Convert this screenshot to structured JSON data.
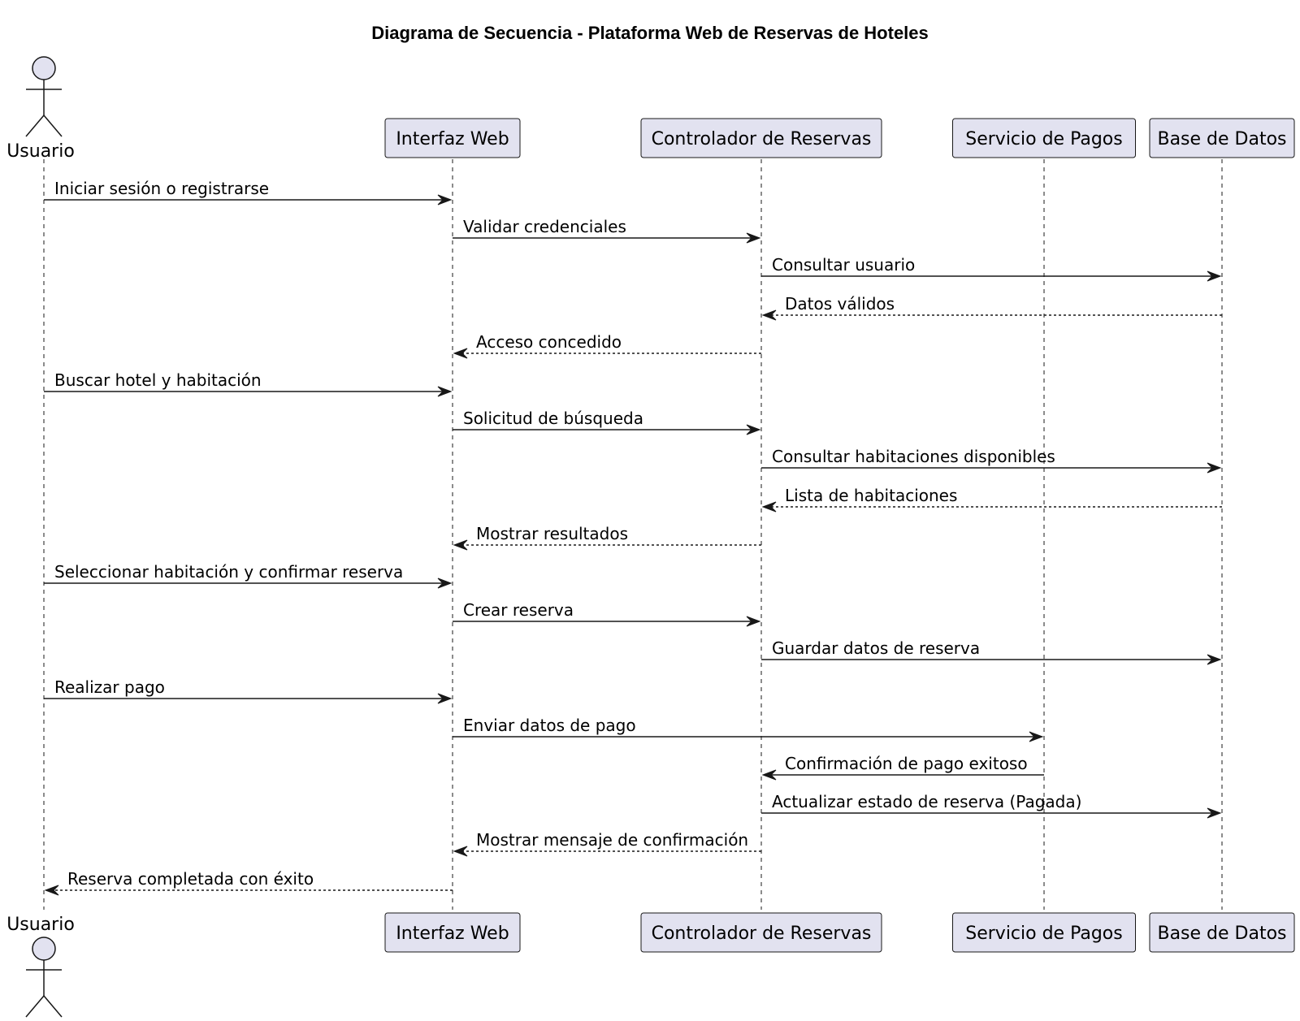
{
  "diagram": {
    "title": "Diagrama de Secuencia - Plataforma Web de Reservas de Hoteles",
    "participants": [
      {
        "id": "usuario",
        "label": "Usuario",
        "kind": "actor"
      },
      {
        "id": "web",
        "label": "Interfaz Web",
        "kind": "box"
      },
      {
        "id": "ctrl",
        "label": "Controlador de Reservas",
        "kind": "box"
      },
      {
        "id": "pagos",
        "label": "Servicio de Pagos",
        "kind": "box"
      },
      {
        "id": "db",
        "label": "Base de Datos",
        "kind": "box"
      }
    ],
    "messages": [
      {
        "from": "usuario",
        "to": "web",
        "label": "Iniciar sesión o registrarse",
        "style": "solid"
      },
      {
        "from": "web",
        "to": "ctrl",
        "label": "Validar credenciales",
        "style": "solid"
      },
      {
        "from": "ctrl",
        "to": "db",
        "label": "Consultar usuario",
        "style": "solid"
      },
      {
        "from": "db",
        "to": "ctrl",
        "label": "Datos válidos",
        "style": "dashed"
      },
      {
        "from": "ctrl",
        "to": "web",
        "label": "Acceso concedido",
        "style": "dashed"
      },
      {
        "from": "usuario",
        "to": "web",
        "label": "Buscar hotel y habitación",
        "style": "solid"
      },
      {
        "from": "web",
        "to": "ctrl",
        "label": "Solicitud de búsqueda",
        "style": "solid"
      },
      {
        "from": "ctrl",
        "to": "db",
        "label": "Consultar habitaciones disponibles",
        "style": "solid"
      },
      {
        "from": "db",
        "to": "ctrl",
        "label": "Lista de habitaciones",
        "style": "dashed"
      },
      {
        "from": "ctrl",
        "to": "web",
        "label": "Mostrar resultados",
        "style": "dashed"
      },
      {
        "from": "usuario",
        "to": "web",
        "label": "Seleccionar habitación y confirmar reserva",
        "style": "solid"
      },
      {
        "from": "web",
        "to": "ctrl",
        "label": "Crear reserva",
        "style": "solid"
      },
      {
        "from": "ctrl",
        "to": "db",
        "label": "Guardar datos de reserva",
        "style": "solid"
      },
      {
        "from": "usuario",
        "to": "web",
        "label": "Realizar pago",
        "style": "solid"
      },
      {
        "from": "web",
        "to": "pagos",
        "label": "Enviar datos de pago",
        "style": "solid"
      },
      {
        "from": "pagos",
        "to": "ctrl",
        "label": "Confirmación de pago exitoso",
        "style": "solid"
      },
      {
        "from": "ctrl",
        "to": "db",
        "label": "Actualizar estado de reserva (Pagada)",
        "style": "solid"
      },
      {
        "from": "ctrl",
        "to": "web",
        "label": "Mostrar mensaje de confirmación",
        "style": "dashed"
      },
      {
        "from": "web",
        "to": "usuario",
        "label": "Reserva completada con éxito",
        "style": "dashed"
      }
    ]
  }
}
